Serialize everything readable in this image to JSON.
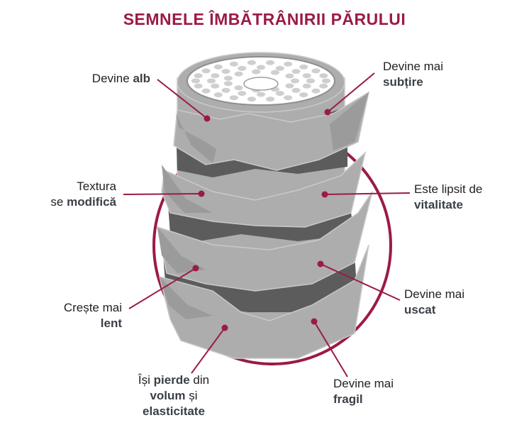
{
  "title": "SEMNELE ÎMBĂTRÂNIRII PĂRULUI",
  "colors": {
    "accent": "#9b1b45",
    "hair_light": "#adadad",
    "hair_mid": "#9b9b9b",
    "hair_shadow": "#5c5c5c",
    "scale_edge": "#c9c9c9",
    "label_text": "#222222",
    "label_bold": "#3a3f47"
  },
  "labels": {
    "alb": {
      "pre": "Devine ",
      "bold": "alb"
    },
    "subtire": {
      "line1": "Devine mai",
      "bold": "subțire"
    },
    "textura": {
      "line1": "Textura",
      "pre": "se ",
      "bold": "modifică"
    },
    "vitalitate": {
      "line1": "Este lipsit de",
      "bold": "vitalitate"
    },
    "lent": {
      "line1": "Crește mai",
      "bold": "lent"
    },
    "uscat": {
      "line1": "Devine mai",
      "bold": "uscat"
    },
    "volum": {
      "pre1": "Își ",
      "bold1": "pierde",
      "post1": " din",
      "bold2": "volum",
      "post2": " și",
      "bold3": "elasticitate"
    },
    "fragil": {
      "line1": "Devine mai",
      "bold": "fragil"
    }
  }
}
